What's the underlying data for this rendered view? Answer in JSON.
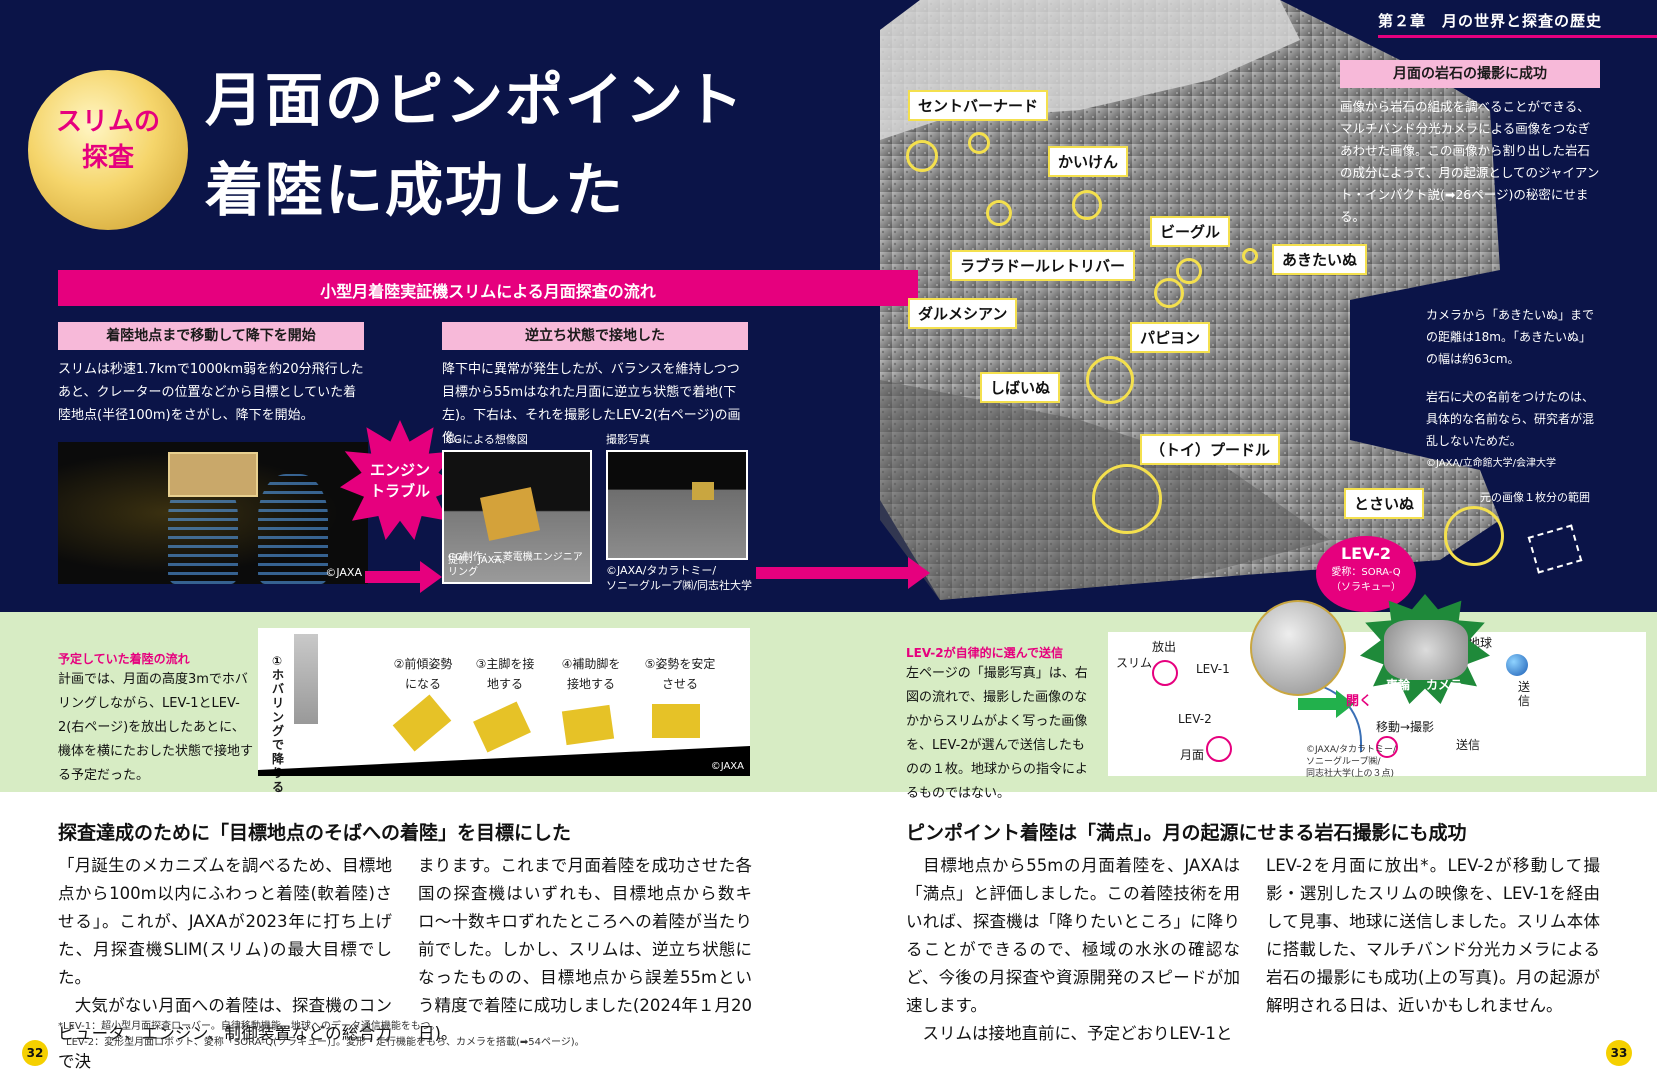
{
  "chapter": "第２章　月の世界と探査の歴史",
  "badge": {
    "line1": "スリムの",
    "line2": "探査"
  },
  "title": {
    "line1": "月面のピンポイント",
    "line2": "着陸に成功した"
  },
  "flow_banner": "小型月着陸実証機スリムによる月面探査の流れ",
  "step1": {
    "label": "着陸地点まで移動して降下を開始",
    "text": "スリムは秒速1.7kmで1000km弱を約20分飛行したあと、クレーターの位置などから目標としていた着陸地点(半径100m)をさがし、降下を開始。",
    "credit": "©JAXA"
  },
  "engine": {
    "line1": "エンジン",
    "line2": "トラブル"
  },
  "step2": {
    "label": "逆立ち状態で接地した",
    "text": "降下中に異常が発生したが、バランスを維持しつつ目標から55mはなれた月面に逆立ち状態で着地(下左)。下右は、それを撮影したLEV-2(右ページ)の画像。",
    "cg_label": "CGによる想像図",
    "cg_credit1": "提供：JAXA、",
    "cg_credit2": "CG制作：三菱電機エンジニアリング",
    "photo_label": "撮影写真",
    "photo_credit1": "©JAXA/タカラトミー/",
    "photo_credit2": "ソニーグループ㈱/同志社大学"
  },
  "rocks": {
    "saint_bernard": "セントバーナード",
    "kaiken": "かいけん",
    "labrador": "ラブラドールレトリバー",
    "dalmatian": "ダルメシアン",
    "beagle": "ビーグル",
    "akitainu": "あきたいぬ",
    "papillon": "パピヨン",
    "shibainu": "しばいぬ",
    "poodle": "（トイ）プードル",
    "tosainu": "とさいぬ"
  },
  "rock_photo": {
    "heading": "月面の岩石の撮影に成功",
    "text": "画像から岩石の組成を調べることができる、マルチバンド分光カメラによる画像をつなぎあわせた画像。この画像から割り出した岩石の成分によって、月の起源としてのジャイアント・インパクト説(➡26ページ)の秘密にせまる。",
    "distance": "カメラから「あきたいぬ」までの距離は18m。「あきたいぬ」の幅は約63cm。",
    "naming": "岩石に犬の名前をつけたのは、具体的な名前なら、研究者が混乱しないためだ。",
    "credit": "©JAXA/立命館大学/会津大学",
    "frame_note": "元の画像１枚分の範囲"
  },
  "lev2": {
    "name": "LEV-2",
    "alias": "愛称：SORA-Q",
    "alias2": "（ソラキュー）",
    "open": "開く",
    "wheel": "車輪",
    "camera": "カメラ"
  },
  "plan": {
    "heading": "予定していた着陸の流れ",
    "text": "計画では、月面の高度3mでホバリングしながら、LEV-1とLEV-2(右ページ)を放出したあとに、機体を横にたおした状態で接地する予定だった。",
    "steps": [
      "①ホバリングで降りる",
      "②前傾姿勢になる",
      "③主脚を接地する",
      "④補助脚を接地する",
      "⑤姿勢を安定させる"
    ],
    "credit": "©JAXA"
  },
  "lev_send": {
    "heading": "LEV-2が自律的に選んで送信",
    "text": "左ページの「撮影写真」は、右図の流れで、撮影した画像のなかからスリムがよく写った画像を、LEV-2が選んで送信したものの１枚。地球からの指令によるものではない。",
    "slim": "スリム",
    "release": "放出",
    "lev1": "LEV-1",
    "lev2": "LEV-2",
    "surface": "月面",
    "earth": "地球",
    "send": "送信",
    "move_shoot": "移動→撮影",
    "send2": "送信",
    "credit1": "©JAXA/タカラトミー/",
    "credit2": "ソニーグループ㈱/",
    "credit3": "同志社大学(上の３点)"
  },
  "left_article": {
    "title": "探査達成のために「目標地点のそばへの着陸」を目標にした",
    "col1": "「月誕生のメカニズムを調べるため、目標地点から100m以内にふわっと着陸(軟着陸)させる」。これが、JAXAが2023年に打ち上げた、月探査機SLIM(スリム)の最大目標でした。\n　大気がない月面への着陸は、探査機のコンピュータ、エンジン、制御装置などの総合力で決",
    "col2": "まります。これまで月面着陸を成功させた各国の探査機はいずれも、目標地点から数キロ〜十数キロずれたところへの着陸が当たり前でした。しかし、スリムは、逆立ち状態になったものの、目標地点から誤差55mという精度で着陸に成功しました(2024年１月20日)。"
  },
  "right_article": {
    "title": "ピンポイント着陸は「満点」。月の起源にせまる岩石撮影にも成功",
    "col1": "　目標地点から55mの月面着陸を、JAXAは「満点」と評価しました。この着陸技術を用いれば、探査機は「降りたいところ」に降りることができるので、極域の水氷の確認など、今後の月探査や資源開発のスピードが加速します。\n　スリムは接地直前に、予定どおりLEV-1と",
    "col2": "LEV-2を月面に放出*。LEV-2が移動して撮影・選別したスリムの映像を、LEV-1を経由して見事、地球に送信しました。スリム本体に搭載した、マルチバンド分光カメラによる岩石の撮影にも成功(上の写真)。月の起源が解明される日は、近いかもしれません。"
  },
  "footnotes": {
    "lev1": "*LEV-1：超小型月面探査ローバー。自律移動機能、地球へのデータ通信機能をもつ。",
    "lev2": "LEV-2：変形型月面ロボット、愛称「SORA-Q(ソラキュー)」。変形・走行機能をもち、カメラを搭載(➡54ページ)。"
  },
  "pages": {
    "left": "32",
    "right": "33"
  },
  "colors": {
    "navy": "#0b1448",
    "magenta": "#e6007e",
    "pink_label": "#f7b9d9",
    "green": "#d7ecc4",
    "callout_yellow": "#f4e04d"
  }
}
